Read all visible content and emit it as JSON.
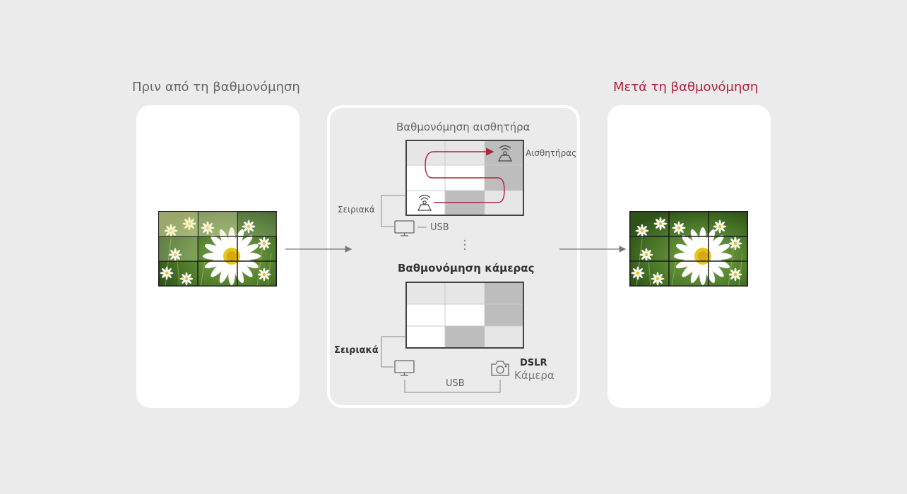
{
  "titles": {
    "before": "Πριν από τη βαθμονόμηση",
    "after": "Μετά τη βαθμονόμηση"
  },
  "sensor": {
    "heading": "Βαθμονόμηση αισθητήρα",
    "sensor_label": "Αισθητήρας",
    "serial_label": "Σειριακά",
    "usb_label": "USB"
  },
  "camera": {
    "heading": "Βαθμονόμηση κάμερας",
    "serial_label": "Σειριακά",
    "usb_label": "USB",
    "dslr_label": "DSLR",
    "camera_label": "Κάμερα"
  },
  "colors": {
    "accent": "#b0213f",
    "cell_dark": "#bdbdbd",
    "cell_light": "#e6e6e6",
    "line": "#888888"
  }
}
